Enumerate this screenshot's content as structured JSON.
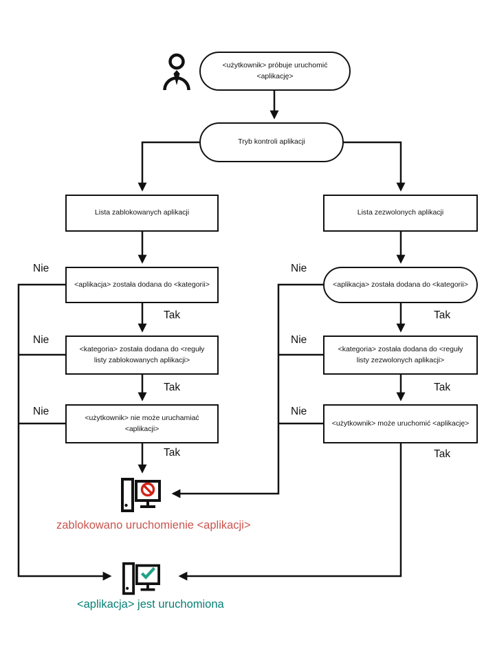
{
  "nodes": {
    "start": "<użytkownik> próbuje uruchomić <aplikację>",
    "mode": "Tryb kontroli aplikacji",
    "blocked_list": "Lista zablokowanych aplikacji",
    "allowed_list": "Lista zezwolonych aplikacji",
    "left_app_in_category": "<aplikacja> została dodana do <kategorii>",
    "left_category_in_rule": "<kategoria> została dodana do <reguły listy zablokowanych aplikacji>",
    "left_user_cannot_run": "<użytkownik> nie może uruchamiać <aplikacji>",
    "right_app_in_category": "<aplikacja> została dodana do <kategorii>",
    "right_category_in_rule": "<kategoria> została dodana do <reguły listy zezwolonych aplikacji>",
    "right_user_can_run": "<użytkownik> może uruchomić <aplikację>"
  },
  "labels": {
    "no": "Nie",
    "yes": "Tak"
  },
  "outcomes": {
    "blocked": "zablokowano uruchomienie <aplikacji>",
    "running": "<aplikacja> jest uruchomiona"
  },
  "icons": {
    "user": "person-silhouette",
    "blocked_computer": "computer-with-prohibition-sign",
    "running_computer": "computer-with-checkmark"
  },
  "colors": {
    "line": "#111111",
    "blocked_sign": "#d02318",
    "blocked_text": "#c9544e",
    "check": "#1fa188",
    "running_text": "#067f74"
  }
}
